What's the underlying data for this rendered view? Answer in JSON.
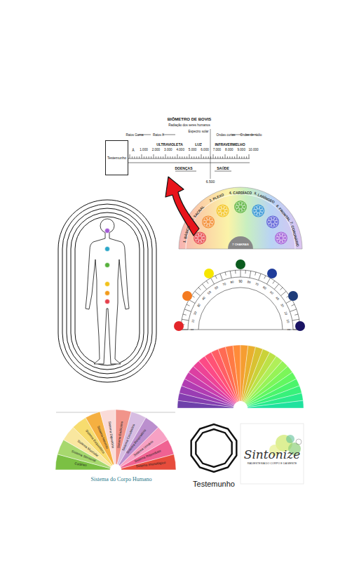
{
  "diagram": {
    "nodes": [
      {
        "text": [
          "Testemunho"
        ]
      },
      {
        "text": [
          "Testemunho"
        ]
      }
    ],
    "labels": [
      "BIÔMETRO DE BOVIS",
      "Radiação dos seres humanos",
      "Espectro solar",
      "Raios Gama",
      "Raios-X",
      "Ondas curtas",
      "Ondas de rádio",
      "ULTRAVIOLETA",
      "LUZ",
      "INFRAVERMELHO",
      "Å",
      "1.000",
      "2.000",
      "3.000",
      "4.000",
      "5.000",
      "6.000",
      "7.000",
      "8.000",
      "9.000",
      "10.000",
      "DOENÇAS",
      "SAÚDE",
      "6.500",
      "1. BÁSICO",
      "2. SACRAL",
      "3. PLEXO",
      "4. CARDÍACO",
      "5. LARÍNGEO",
      "6. FRONTAL",
      "7. CORONÁRIO",
      "7 CHAKRAS",
      "0",
      "10",
      "20",
      "30",
      "40",
      "50",
      "60",
      "70",
      "80",
      "90",
      "80",
      "70",
      "60",
      "50",
      "40",
      "30",
      "20",
      "10",
      "0",
      "Cutâneo",
      "Sistema Sensorial",
      "Sistema Muscular",
      "Sistema Esquelético",
      "Sistema Nervoso",
      "Sistema Digestório",
      "Sistema Endócrino",
      "Sistema Circulatório",
      "Sistema Respiratório",
      "Sistema Urinário",
      "Sistema Reprodutor",
      "Sistema Imunológico",
      "Sistema do Corpo Humano",
      "Sintonize",
      "RADIESTESIA DO CORPO E DA MENTE"
    ]
  }
}
